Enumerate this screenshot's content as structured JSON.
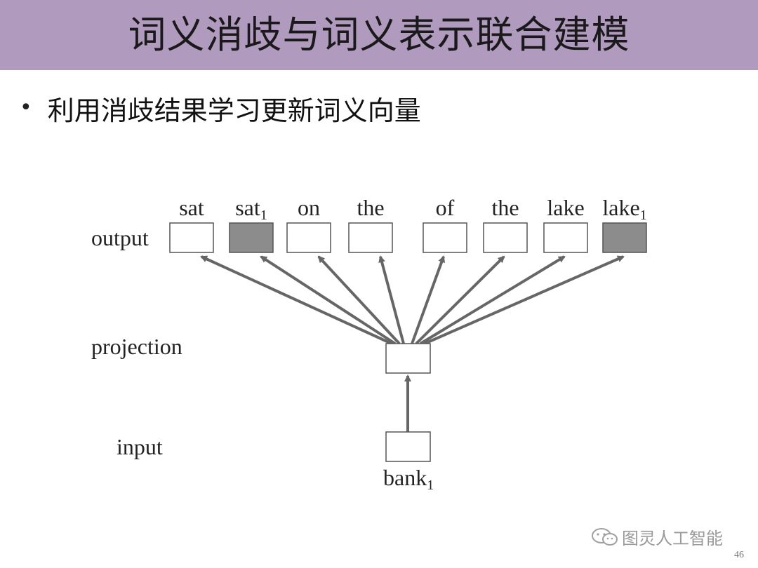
{
  "slide": {
    "title": "词义消歧与词义表示联合建模",
    "bullet": "利用消歧结果学习更新词义向量",
    "page_number": "46"
  },
  "diagram": {
    "layer_labels": {
      "output": "output",
      "projection": "projection",
      "input": "input"
    },
    "output_words": [
      {
        "base": "sat",
        "sub": "",
        "shaded": false
      },
      {
        "base": "sat",
        "sub": "1",
        "shaded": true
      },
      {
        "base": "on",
        "sub": "",
        "shaded": false
      },
      {
        "base": "the",
        "sub": "",
        "shaded": false
      },
      {
        "base": "of",
        "sub": "",
        "shaded": false
      },
      {
        "base": "the",
        "sub": "",
        "shaded": false
      },
      {
        "base": "lake",
        "sub": "",
        "shaded": false
      },
      {
        "base": "lake",
        "sub": "1",
        "shaded": true
      }
    ],
    "input_word": {
      "base": "bank",
      "sub": "1"
    },
    "colors": {
      "title_bar": "#b09bbf",
      "shaded_box": "#8c8c8c",
      "arrow": "#666666"
    }
  },
  "watermark": {
    "text": "图灵人工智能",
    "icon": "wechat-logo-icon"
  }
}
